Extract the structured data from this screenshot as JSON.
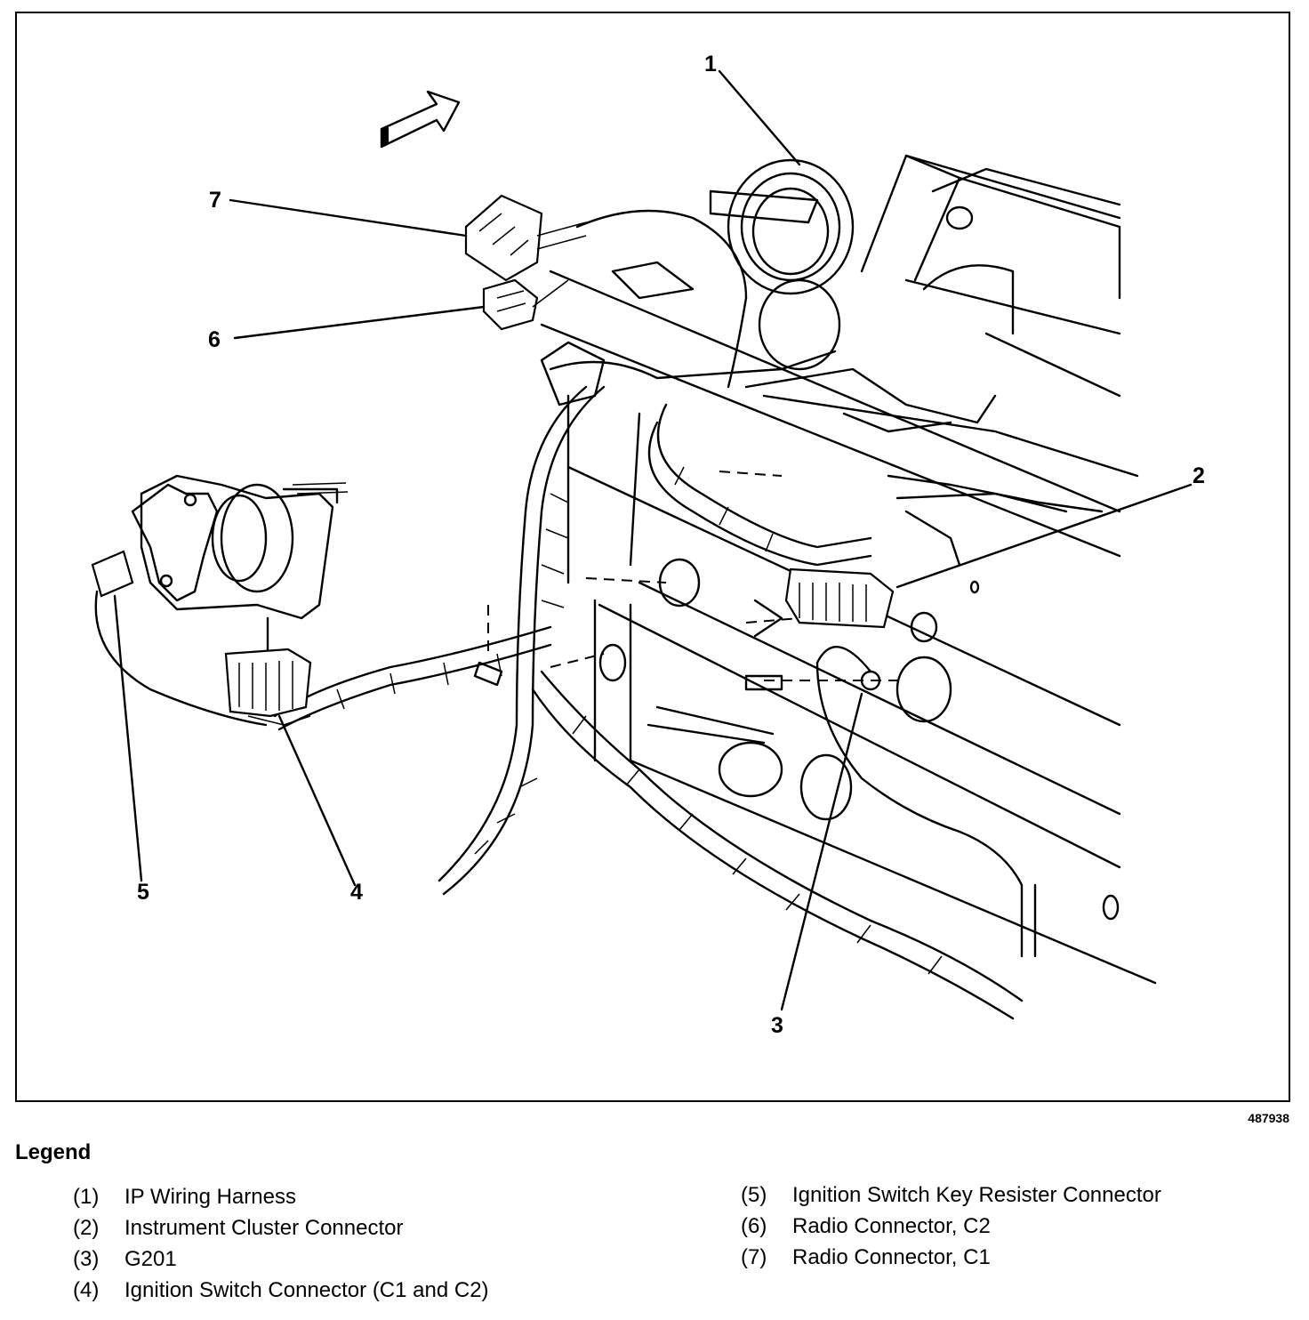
{
  "diagram": {
    "callouts": [
      "1",
      "2",
      "3",
      "4",
      "5",
      "6",
      "7"
    ],
    "figure_id": "487938"
  },
  "legend": {
    "title": "Legend",
    "items": [
      {
        "num": "(1)",
        "label": "IP Wiring Harness"
      },
      {
        "num": "(2)",
        "label": "Instrument Cluster Connector"
      },
      {
        "num": "(3)",
        "label": "G201"
      },
      {
        "num": "(4)",
        "label": "Ignition Switch Connector (C1 and C2)"
      },
      {
        "num": "(5)",
        "label": "Ignition Switch Key Resister Connector"
      },
      {
        "num": "(6)",
        "label": "Radio Connector, C2"
      },
      {
        "num": "(7)",
        "label": "Radio Connector, C1"
      }
    ]
  }
}
